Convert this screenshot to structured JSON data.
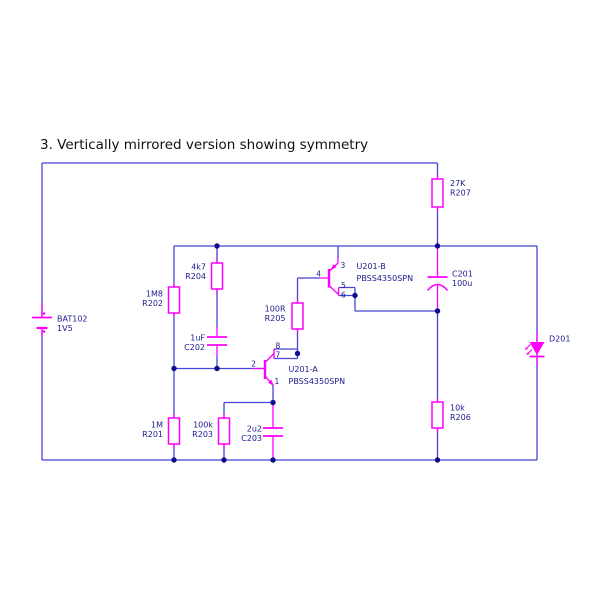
{
  "title": "3. Vertically mirrored version showing symmetry",
  "colors": {
    "background": "#ffffff",
    "wire": "#4545d4",
    "component": "#ff00ff",
    "label": "#1b1b8e",
    "junction": "#0d0d8f",
    "title_text": "#111111"
  },
  "components": {
    "bat102": {
      "type": "battery",
      "line1": "BAT102",
      "line2": "1V5"
    },
    "r201": {
      "type": "resistor",
      "line1": "1M",
      "line2": "R201"
    },
    "r202": {
      "type": "resistor",
      "line1": "1M8",
      "line2": "R202"
    },
    "r203": {
      "type": "resistor",
      "line1": "100k",
      "line2": "R203"
    },
    "r204": {
      "type": "resistor",
      "line1": "4k7",
      "line2": "R204"
    },
    "r205": {
      "type": "resistor",
      "line1": "100R",
      "line2": "R205"
    },
    "r206": {
      "type": "resistor",
      "line1": "10k",
      "line2": "R206"
    },
    "r207": {
      "type": "resistor",
      "line1": "27K",
      "line2": "R207"
    },
    "c201": {
      "type": "capacitor-polarized",
      "line1": "C201",
      "line2": "100u"
    },
    "c202": {
      "type": "capacitor",
      "line1": "1uF",
      "line2": "C202"
    },
    "c203": {
      "type": "capacitor",
      "line1": "2u2",
      "line2": "C203"
    },
    "d201": {
      "type": "led",
      "line1": "D201"
    },
    "u201a": {
      "type": "transistor-npn",
      "line1": "U201-A",
      "line2": "PBSS4350SPN",
      "pins": {
        "base": "2",
        "emitter": "1",
        "collector_a": "8",
        "collector_b": "7"
      }
    },
    "u201b": {
      "type": "transistor-pnp",
      "line1": "U201-B",
      "line2": "PBSS4350SPN",
      "pins": {
        "base": "4",
        "emitter": "3",
        "collector_a": "5",
        "collector_b": "6"
      }
    }
  }
}
